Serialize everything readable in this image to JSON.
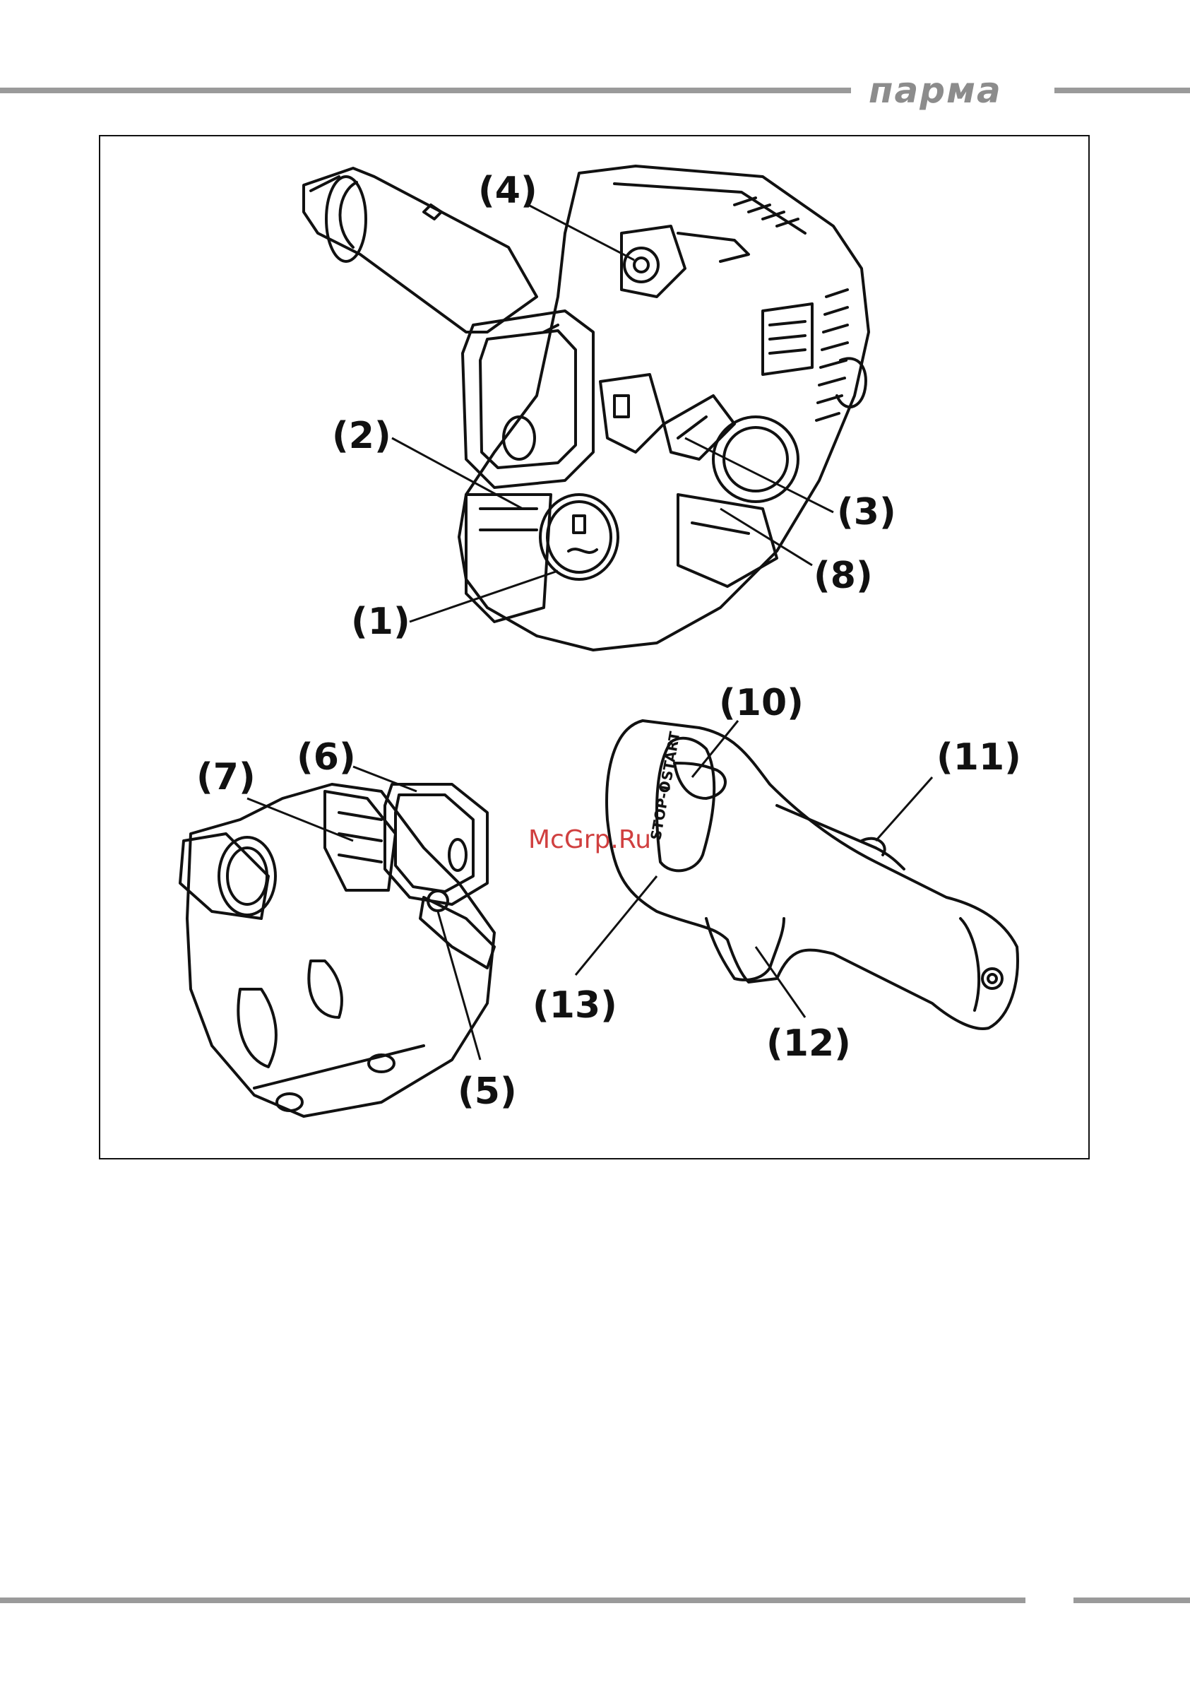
{
  "header": {
    "brand": "парма"
  },
  "labels": {
    "l1": "(1)",
    "l2": "(2)",
    "l3": "(3)",
    "l4": "(4)",
    "l5": "(5)",
    "l6": "(6)",
    "l7": "(7)",
    "l8": "(8)",
    "l10": "(10)",
    "l11": "(11)",
    "l12": "(12)",
    "l13": "(13)"
  },
  "switch_text": {
    "stop": "STOP-O",
    "start": "I START"
  },
  "watermark": "McGrp.Ru"
}
